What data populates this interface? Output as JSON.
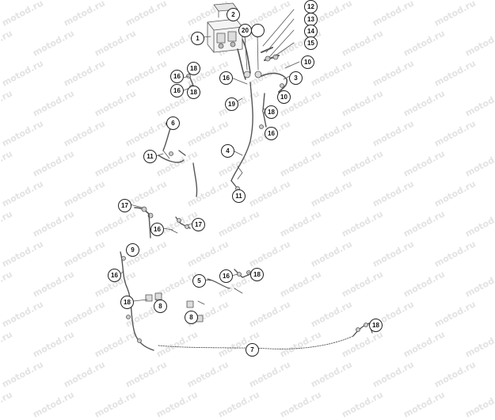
{
  "watermark": {
    "text": "motod.ru"
  },
  "callouts": [
    {
      "id": "c1",
      "label": "1"
    },
    {
      "id": "c2",
      "label": "2"
    },
    {
      "id": "c3",
      "label": "3"
    },
    {
      "id": "c4",
      "label": "4"
    },
    {
      "id": "c5",
      "label": "5"
    },
    {
      "id": "c6",
      "label": "6"
    },
    {
      "id": "c7",
      "label": "7"
    },
    {
      "id": "c8a",
      "label": "8"
    },
    {
      "id": "c8b",
      "label": "8"
    },
    {
      "id": "c9",
      "label": "9"
    },
    {
      "id": "c10a",
      "label": "10"
    },
    {
      "id": "c10b",
      "label": "10"
    },
    {
      "id": "c11a",
      "label": "11"
    },
    {
      "id": "c11b",
      "label": "11"
    },
    {
      "id": "c12",
      "label": "12"
    },
    {
      "id": "c13",
      "label": "13"
    },
    {
      "id": "c14",
      "label": "14"
    },
    {
      "id": "c15",
      "label": "15"
    },
    {
      "id": "c16a",
      "label": "16"
    },
    {
      "id": "c16b",
      "label": "16"
    },
    {
      "id": "c16c",
      "label": "16"
    },
    {
      "id": "c16d",
      "label": "16"
    },
    {
      "id": "c16e",
      "label": "16"
    },
    {
      "id": "c16f",
      "label": "16"
    },
    {
      "id": "c16g",
      "label": "16"
    },
    {
      "id": "c17a",
      "label": "17"
    },
    {
      "id": "c17b",
      "label": "17"
    },
    {
      "id": "c18a",
      "label": "18"
    },
    {
      "id": "c18b",
      "label": "18"
    },
    {
      "id": "c18c",
      "label": "18"
    },
    {
      "id": "c18d",
      "label": "18"
    },
    {
      "id": "c18e",
      "label": "18"
    },
    {
      "id": "c18f",
      "label": "18"
    },
    {
      "id": "c19",
      "label": "19"
    },
    {
      "id": "c20",
      "label": "20"
    }
  ]
}
